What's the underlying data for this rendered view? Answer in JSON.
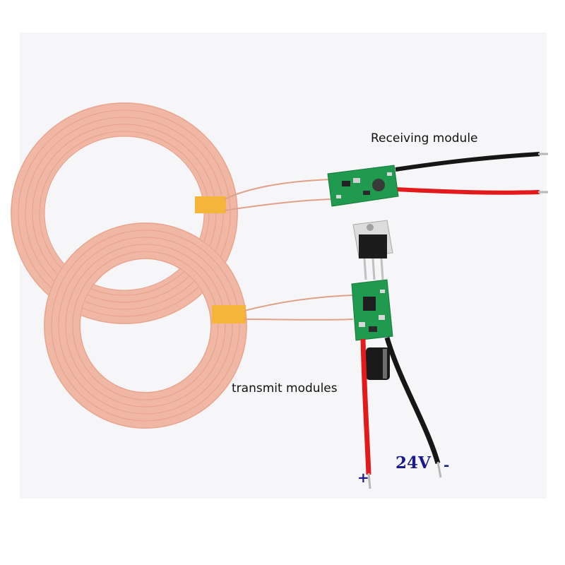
{
  "labels": {
    "receiving": "Receiving module",
    "transmit": "transmit modules",
    "plus": "+",
    "voltage": "24V",
    "minus": "-"
  },
  "colors": {
    "background": "#f6f6f8",
    "coil": "#f0b7a4",
    "coil_line": "#e6a08a",
    "tape": "#f4b53a",
    "pcb": "#1f9a4e",
    "wire_red": "#e3191c",
    "wire_black": "#161616",
    "label_text": "#111111",
    "polarity_text": "#1a1a8c"
  }
}
